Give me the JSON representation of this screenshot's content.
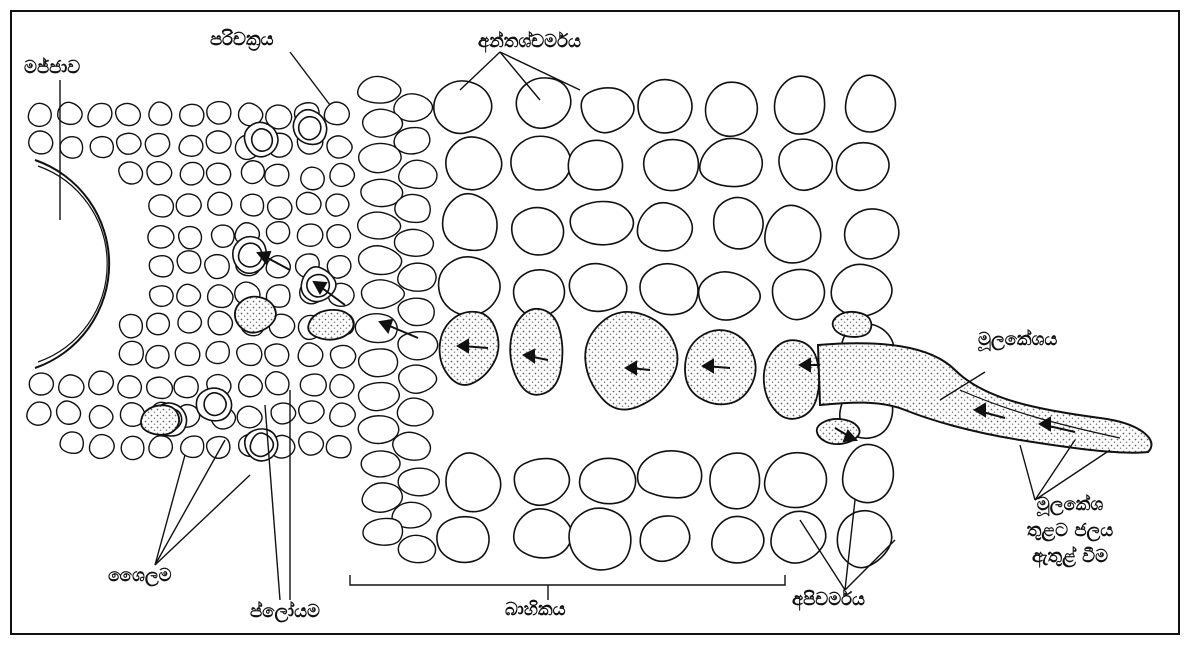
{
  "labels": {
    "xylem": "ශෛලම",
    "phloem": "ප්ලෝයම",
    "pith": "මජ්ජාව",
    "pericycle": "පරිචක්‍රය",
    "endodermis": "අන්තශ්චර්මය",
    "cortex": "බාහිකය",
    "epidermis": "අපිචර්මය",
    "root_hair": "මූලකේශය",
    "root_hair_water_entry": [
      "මූලකේශ",
      "තුළට ජලය",
      "ඇතුළ් වීම"
    ]
  },
  "colors": {
    "ink": "#111111",
    "stipple": "#8a8a8a",
    "background": "#ffffff"
  }
}
